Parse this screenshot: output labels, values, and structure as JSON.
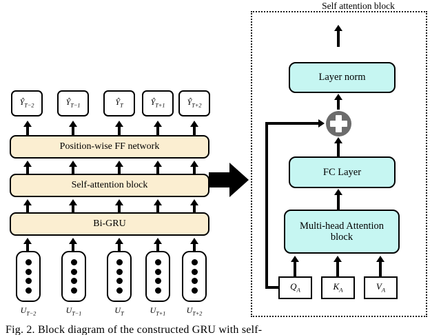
{
  "figure": {
    "caption": "Fig. 2.  Block diagram of the constructed GRU with self-",
    "left_diagram": {
      "outputs": [
        {
          "name": "y-hat-t-minus-2",
          "label": "Ŷ",
          "sub": "T−2"
        },
        {
          "name": "y-hat-t-minus-1",
          "label": "Ŷ",
          "sub": "T−1"
        },
        {
          "name": "y-hat-t",
          "label": "Ŷ",
          "sub": "T"
        },
        {
          "name": "y-hat-t-plus-1",
          "label": "Ŷ",
          "sub": "T+1"
        },
        {
          "name": "y-hat-t-plus-2",
          "label": "Ŷ",
          "sub": "T+2"
        }
      ],
      "layers": [
        {
          "name": "position-wise-ff-network",
          "label": "Position-wise FF network"
        },
        {
          "name": "self-attention-block",
          "label": "Self-attention block"
        },
        {
          "name": "bi-gru",
          "label": "Bi-GRU"
        }
      ],
      "inputs": [
        {
          "name": "u-t-minus-2",
          "label": "U",
          "sub": "T−2",
          "dots": 4
        },
        {
          "name": "u-t-minus-1",
          "label": "U",
          "sub": "T−1",
          "dots": 4
        },
        {
          "name": "u-t",
          "label": "U",
          "sub": "T",
          "dots": 4
        },
        {
          "name": "u-t-plus-1",
          "label": "U",
          "sub": "T+1",
          "dots": 4
        },
        {
          "name": "u-t-plus-2",
          "label": "U",
          "sub": "T+2",
          "dots": 4
        }
      ]
    },
    "right_diagram": {
      "title": "Self attention block",
      "blocks": [
        {
          "name": "layer-norm",
          "label": "Layer norm"
        },
        {
          "name": "add-residual",
          "label": "+"
        },
        {
          "name": "fc-layer",
          "label": "FC Layer"
        },
        {
          "name": "multi-head-attention",
          "label": "Multi-head Attention\nblock",
          "line1": "Multi-head Attention",
          "line2": "block"
        }
      ],
      "inputs": [
        {
          "name": "query-a",
          "label": "Q",
          "sub": "A"
        },
        {
          "name": "key-a",
          "label": "K",
          "sub": "A"
        },
        {
          "name": "value-a",
          "label": "V",
          "sub": "A"
        }
      ]
    },
    "colors": {
      "beige": "#fbeed1",
      "cyan": "#c6f6f2",
      "plus_circle_gray": "#6c6c6c",
      "stroke": "#000000",
      "background": "#ffffff"
    }
  }
}
